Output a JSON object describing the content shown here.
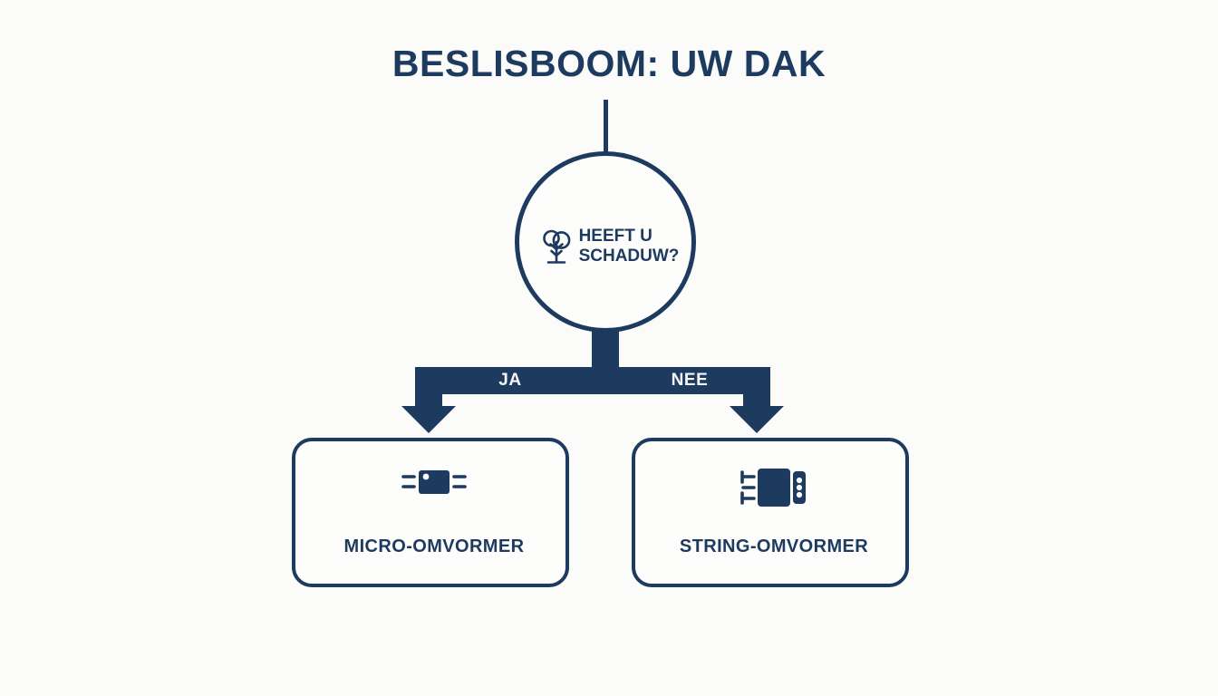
{
  "title": "BESLISBOOM: UW DAK",
  "decision": {
    "icon": "tree-icon",
    "question": "HEEFT U\nSCHADUW?"
  },
  "branches": [
    {
      "label": "JA",
      "target": "MICRO-OMVORMER"
    },
    {
      "label": "NEE",
      "target": "STRING-OMVORMER"
    }
  ],
  "outcomes": [
    {
      "label": "MICRO-OMVORMER",
      "icon": "micro-inverter-icon"
    },
    {
      "label": "STRING-OMVORMER",
      "icon": "string-inverter-icon"
    }
  ],
  "colors": {
    "navy": "#1d3a5f",
    "background": "#fbfbfa",
    "label_text": "#f4f7fa"
  }
}
